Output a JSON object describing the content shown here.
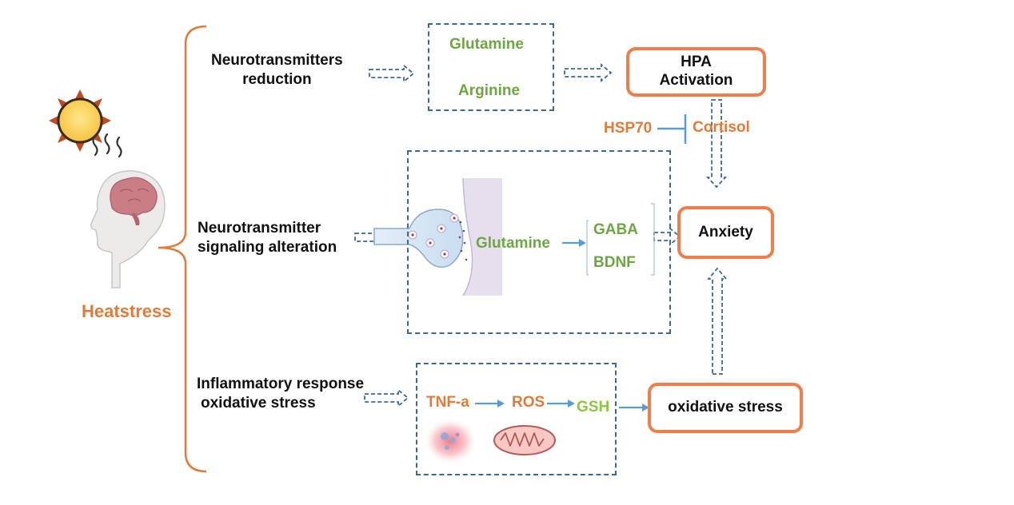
{
  "left": {
    "label": "Heatstress"
  },
  "pathways": {
    "reduction": {
      "title_line1": "Neurotransmitters",
      "title_line2": "reduction",
      "items": [
        "Glutamine",
        "Arginine"
      ]
    },
    "signaling": {
      "title_line1": "Neurotransmitter",
      "title_line2": "signaling alteration",
      "source": "Glutamine",
      "targets": [
        "GABA",
        "BDNF"
      ]
    },
    "inflammatory": {
      "title_line1": "Inflammatory response",
      "title_line2": "oxidative stress",
      "chain": [
        "TNF-a",
        "ROS",
        "GSH"
      ]
    }
  },
  "outcomes": {
    "hpa_line1": "HPA",
    "hpa_line2": "Activation",
    "anxiety": "Anxiety",
    "oxidative": "oxidative stress"
  },
  "modulators": {
    "hsp70": "HSP70",
    "cortisol": "Cortisol"
  },
  "colors": {
    "orange": "#f07d4a",
    "green": "#6fa644",
    "dashed_blue": "#3b6a8e",
    "arrow_blue": "#5b9bd5"
  },
  "icons": [
    "sun-icon",
    "heat-waves-icon",
    "head-brain-icon",
    "synapse-icon",
    "inflammation-cell-icon",
    "mitochondria-icon"
  ]
}
